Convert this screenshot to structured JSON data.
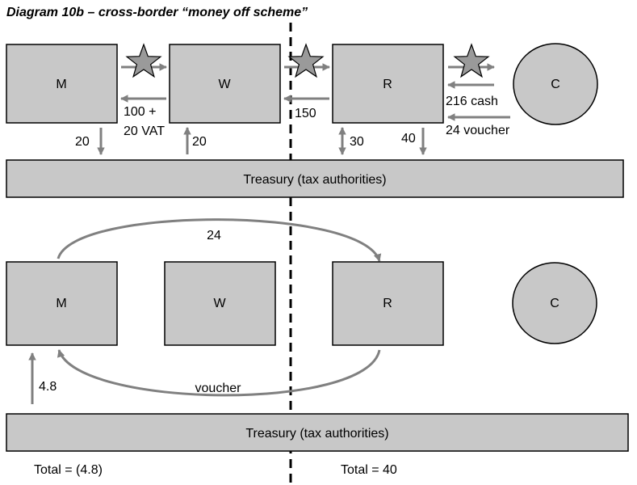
{
  "title": "Diagram 10b – cross-border “money off scheme”",
  "top": {
    "entities": {
      "m": "M",
      "w": "W",
      "r": "R",
      "c": "C"
    },
    "treasury": "Treasury (tax authorities)",
    "flows": {
      "w_to_m_line1": "100 +",
      "w_to_m_line2": "20 VAT",
      "r_to_w": "150",
      "c_to_r_cash": "216 cash",
      "c_to_r_voucher": "24 voucher",
      "m_to_treasury": "20",
      "treasury_to_w": "20",
      "r_treasury_both": "30",
      "r_to_treasury": "40"
    }
  },
  "bottom": {
    "entities": {
      "m": "M",
      "w": "W",
      "r": "R",
      "c": "C"
    },
    "treasury": "Treasury (tax authorities)",
    "flows": {
      "m_to_r": "24",
      "voucher": "voucher",
      "treasury_to_m": "4.8"
    }
  },
  "totals": {
    "left": "Total = (4.8)",
    "right": "Total = 40"
  },
  "colors": {
    "fill": "#c8c8c8",
    "arrow": "#808080",
    "stroke": "#000000"
  }
}
